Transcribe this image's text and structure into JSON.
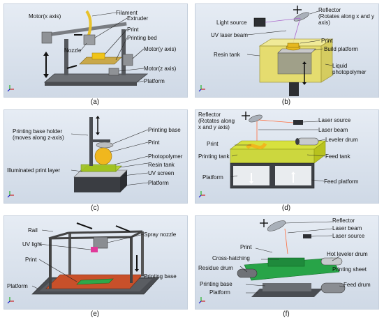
{
  "captions": [
    "(a)",
    "(b)",
    "(c)",
    "(d)",
    "(e)",
    "(f)"
  ],
  "panel_a": {
    "motor_x": "Motor(x axis)",
    "filament": "Filament",
    "extruder": "Extruder",
    "print": "Print",
    "nozzle": "Nozzle",
    "printing_bed": "Printing bed",
    "motor_y": "Motor(y axis)",
    "motor_z": "Motor(z axis)",
    "platform": "Platform"
  },
  "panel_b": {
    "light_source": "Light source",
    "reflector": "Reflector\n(Rotates along x and y axis)",
    "uv_laser_beam": "UV laser beam",
    "print": "Print",
    "resin_tank": "Resin tank",
    "build_platform": "Build platform",
    "liquid_photopolymer": "Liquid\nphotopolymer"
  },
  "panel_c": {
    "printing_base_holder": "Printing base holder\n(moves along z-axis)",
    "printing_base": "Printing base",
    "print": "Print",
    "photopolymer": "Photopolymer",
    "resin_tank": "Resin tank",
    "illuminated_layer": "Illuminated print layer",
    "uv_screen": "UV screen",
    "platform": "Platform"
  },
  "panel_d": {
    "reflector": "Reflector\n(Rotates along\nx and y axis)",
    "laser_source": "Laser source",
    "laser_beam": "Laser beam",
    "print": "Print",
    "leveler_drum": "Leveler drum",
    "printing_tank": "Printing tank",
    "feed_tank": "Feed tank",
    "platform": "Platform",
    "feed_platform": "Feed platform"
  },
  "panel_e": {
    "rail": "Rail",
    "spray_nozzle": "Spray nozzle",
    "uv_light": "UV light",
    "print": "Print",
    "printing_base": "Printing base",
    "platform": "Platform"
  },
  "panel_f": {
    "reflector": "Reflector",
    "laser_beam": "Laser beam",
    "laser_source": "Laser source",
    "print": "Print",
    "cross_hatching": "Cross-hatching",
    "hot_leveler_drum": "Hot leveler drum",
    "residue_drum": "Residue drum",
    "printing_sheet": "Printing sheet",
    "printing_base": "Printing base",
    "feed_drum": "Feed drum",
    "platform": "Platform"
  }
}
